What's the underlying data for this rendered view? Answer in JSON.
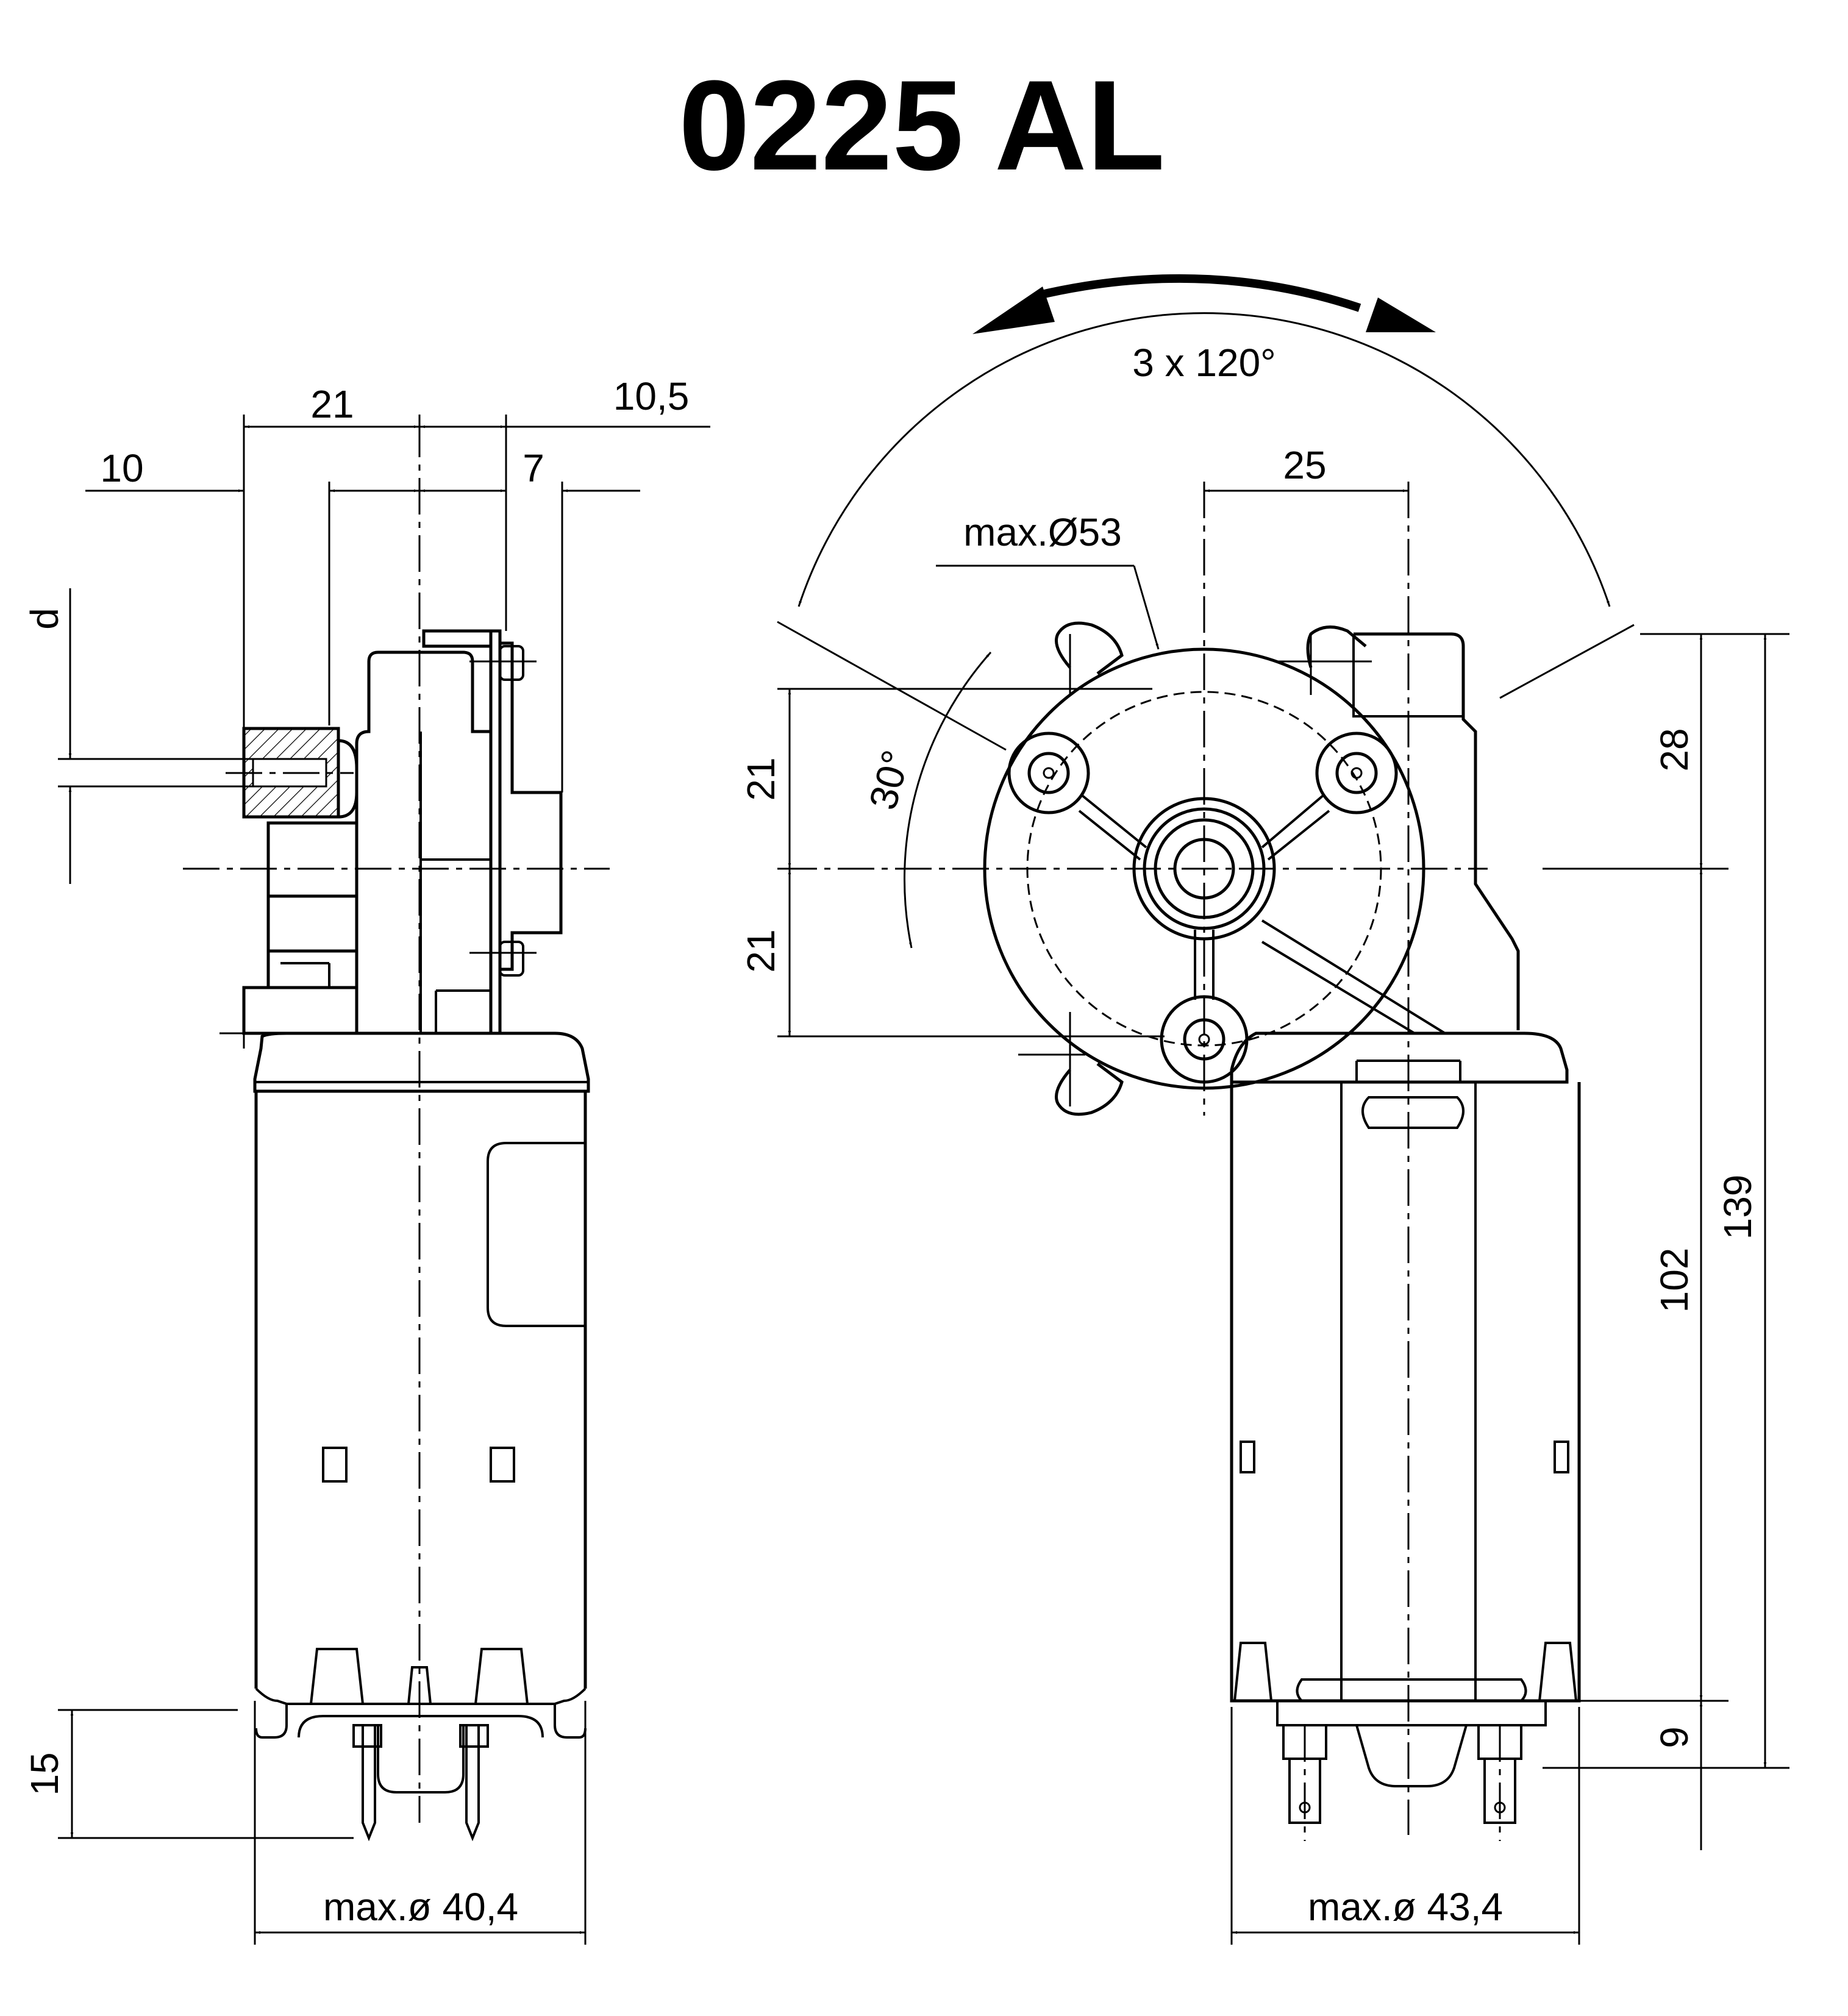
{
  "title": "0225 AL",
  "left_view": {
    "dim_21": "21",
    "dim_10_5": "10,5",
    "dim_10": "10",
    "dim_7": "7",
    "dim_d": "d",
    "dim_15": "15",
    "dim_diameter": "max.ø 40,4"
  },
  "right_view": {
    "dim_rotation": "3 x 120°",
    "dim_25": "25",
    "dim_max_d53": "max.Ø53",
    "dim_21_upper": "21",
    "dim_21_lower": "21",
    "dim_30deg": "30°",
    "dim_28": "28",
    "dim_102": "102",
    "dim_139": "139",
    "dim_9": "9",
    "dim_diameter": "max.ø 43,4"
  }
}
